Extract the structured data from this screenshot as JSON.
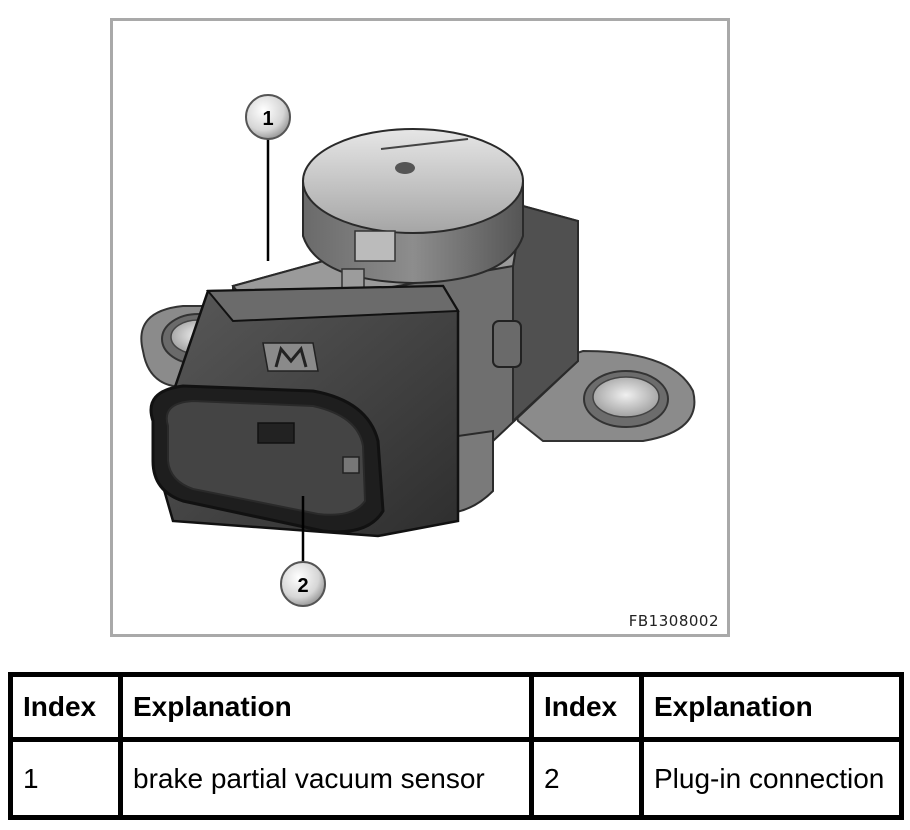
{
  "figure": {
    "callouts": [
      "1",
      "2"
    ],
    "figure_code": "FB1308002"
  },
  "legend": {
    "headers": [
      "Index",
      "Explanation",
      "Index",
      "Explanation"
    ],
    "row": {
      "index_1": "1",
      "explanation_1": "brake partial vacuum sensor",
      "index_2": "2",
      "explanation_2": "Plug-in connection"
    }
  }
}
